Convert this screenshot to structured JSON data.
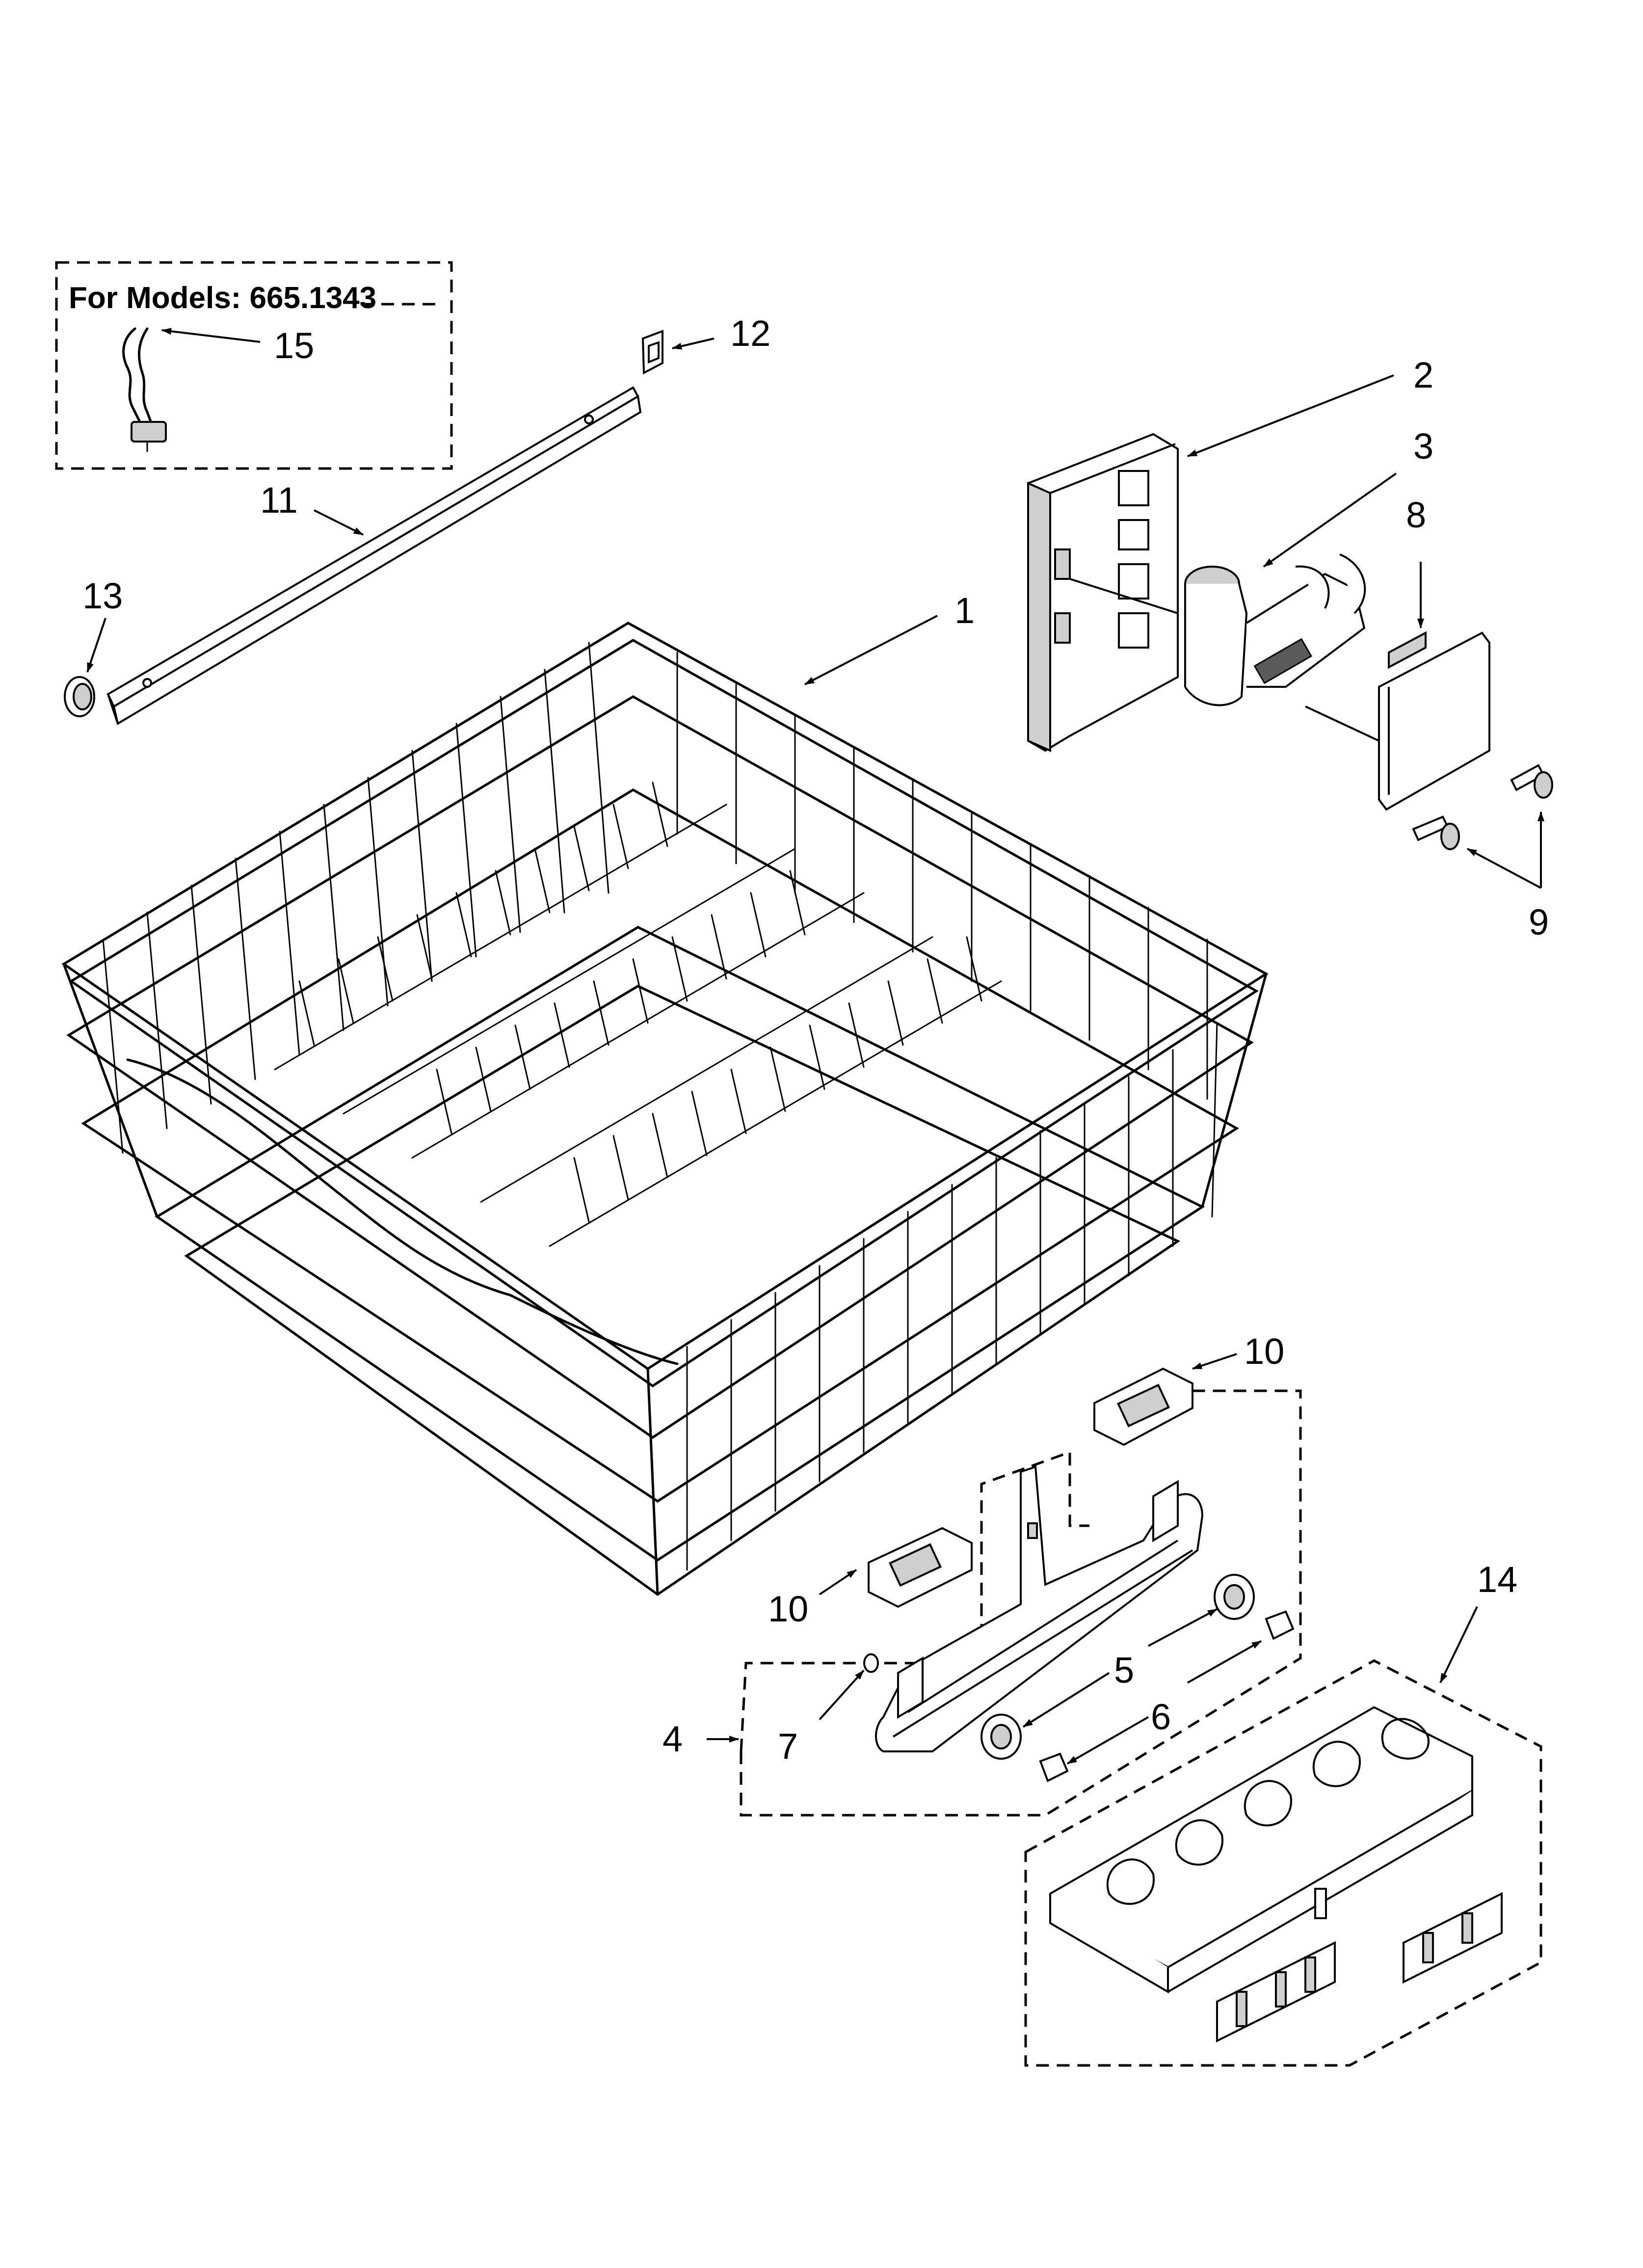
{
  "header_label": "For Models: 665.1343",
  "callouts": {
    "c1": "1",
    "c2": "2",
    "c3": "3",
    "c4": "4",
    "c5": "5",
    "c6": "6",
    "c7": "7",
    "c8": "8",
    "c9": "9",
    "c10a": "10",
    "c10b": "10",
    "c11": "11",
    "c12": "12",
    "c13": "13",
    "c14": "14",
    "c15": "15"
  }
}
